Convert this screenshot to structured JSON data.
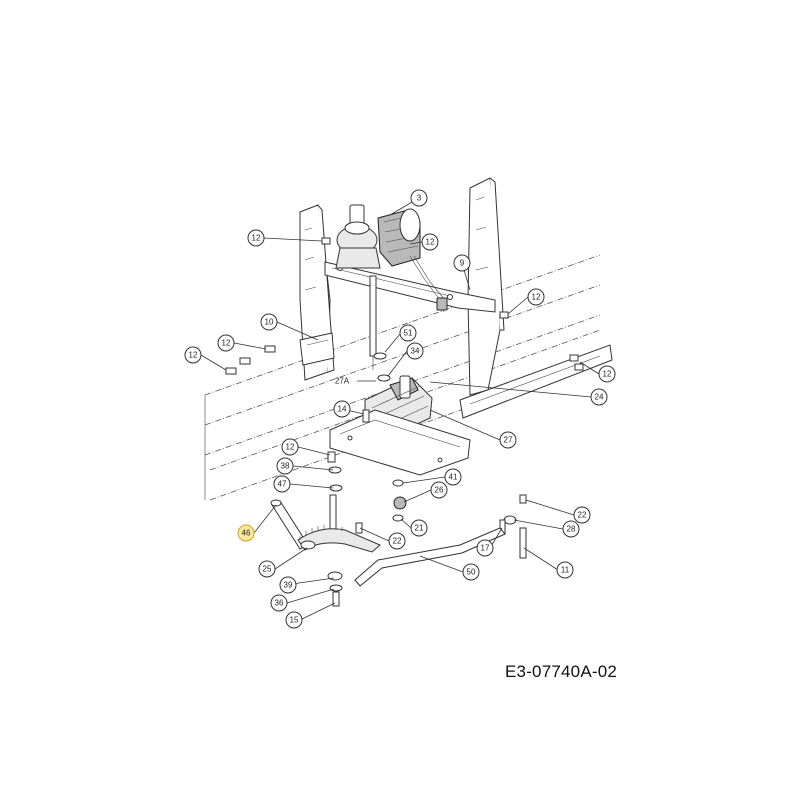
{
  "drawing_code": "E3-07740A-02",
  "colors": {
    "highlight": "#fde99a",
    "line": "#333333"
  },
  "callouts": [
    {
      "id": "c3",
      "label": "3"
    },
    {
      "id": "c12a",
      "label": "12"
    },
    {
      "id": "c12b",
      "label": "12"
    },
    {
      "id": "c9",
      "label": "9"
    },
    {
      "id": "c12c",
      "label": "12"
    },
    {
      "id": "c10",
      "label": "10"
    },
    {
      "id": "c51",
      "label": "51"
    },
    {
      "id": "c12d",
      "label": "12"
    },
    {
      "id": "c12e",
      "label": "12"
    },
    {
      "id": "c34",
      "label": "34"
    },
    {
      "id": "c12f",
      "label": "12"
    },
    {
      "id": "c24",
      "label": "24"
    },
    {
      "id": "c14",
      "label": "14"
    },
    {
      "id": "c27",
      "label": "27"
    },
    {
      "id": "c12g",
      "label": "12"
    },
    {
      "id": "c38",
      "label": "38"
    },
    {
      "id": "c41",
      "label": "41"
    },
    {
      "id": "c47",
      "label": "47"
    },
    {
      "id": "c26",
      "label": "26"
    },
    {
      "id": "c22a",
      "label": "22"
    },
    {
      "id": "c46",
      "label": "46",
      "highlight": true
    },
    {
      "id": "c21",
      "label": "21"
    },
    {
      "id": "c28",
      "label": "28"
    },
    {
      "id": "c22b",
      "label": "22"
    },
    {
      "id": "c17",
      "label": "17"
    },
    {
      "id": "c25",
      "label": "25"
    },
    {
      "id": "c50",
      "label": "50"
    },
    {
      "id": "c11",
      "label": "11"
    },
    {
      "id": "c39",
      "label": "39"
    },
    {
      "id": "c36",
      "label": "36"
    },
    {
      "id": "c15",
      "label": "15"
    }
  ],
  "plain_labels": {
    "l27a": "27A"
  }
}
